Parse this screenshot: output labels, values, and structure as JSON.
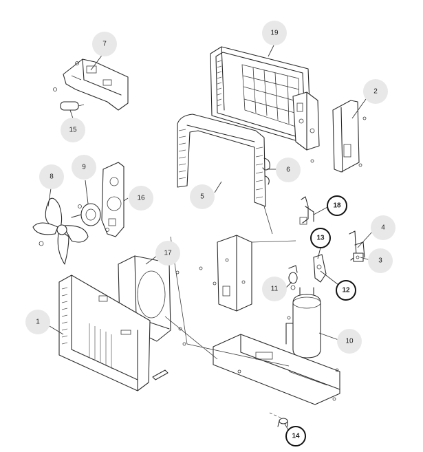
{
  "callouts": [
    {
      "id": "c1",
      "text": "1",
      "style": "soft"
    },
    {
      "id": "c2",
      "text": "2",
      "style": "soft"
    },
    {
      "id": "c3",
      "text": "3",
      "style": "soft"
    },
    {
      "id": "c4",
      "text": "4",
      "style": "soft"
    },
    {
      "id": "c5",
      "text": "5",
      "style": "soft"
    },
    {
      "id": "c6",
      "text": "6",
      "style": "soft"
    },
    {
      "id": "c7",
      "text": "7",
      "style": "soft"
    },
    {
      "id": "c8",
      "text": "8",
      "style": "soft"
    },
    {
      "id": "c9",
      "text": "9",
      "style": "soft"
    },
    {
      "id": "c10",
      "text": "10",
      "style": "soft"
    },
    {
      "id": "c11",
      "text": "11",
      "style": "soft"
    },
    {
      "id": "c12",
      "text": "12",
      "style": "bold"
    },
    {
      "id": "c13",
      "text": "13",
      "style": "bold"
    },
    {
      "id": "c14",
      "text": "14",
      "style": "bold"
    },
    {
      "id": "c15",
      "text": "15",
      "style": "soft"
    },
    {
      "id": "c16",
      "text": "16",
      "style": "soft"
    },
    {
      "id": "c17",
      "text": "17",
      "style": "soft"
    },
    {
      "id": "c18",
      "text": "18",
      "style": "bold"
    },
    {
      "id": "c19",
      "text": "19",
      "style": "soft"
    }
  ],
  "colors": {
    "soft_fill": "#e8e8e8",
    "bold_fill": "#ffffff",
    "bold_stroke": "#111111",
    "line": "#2a2a2a"
  }
}
